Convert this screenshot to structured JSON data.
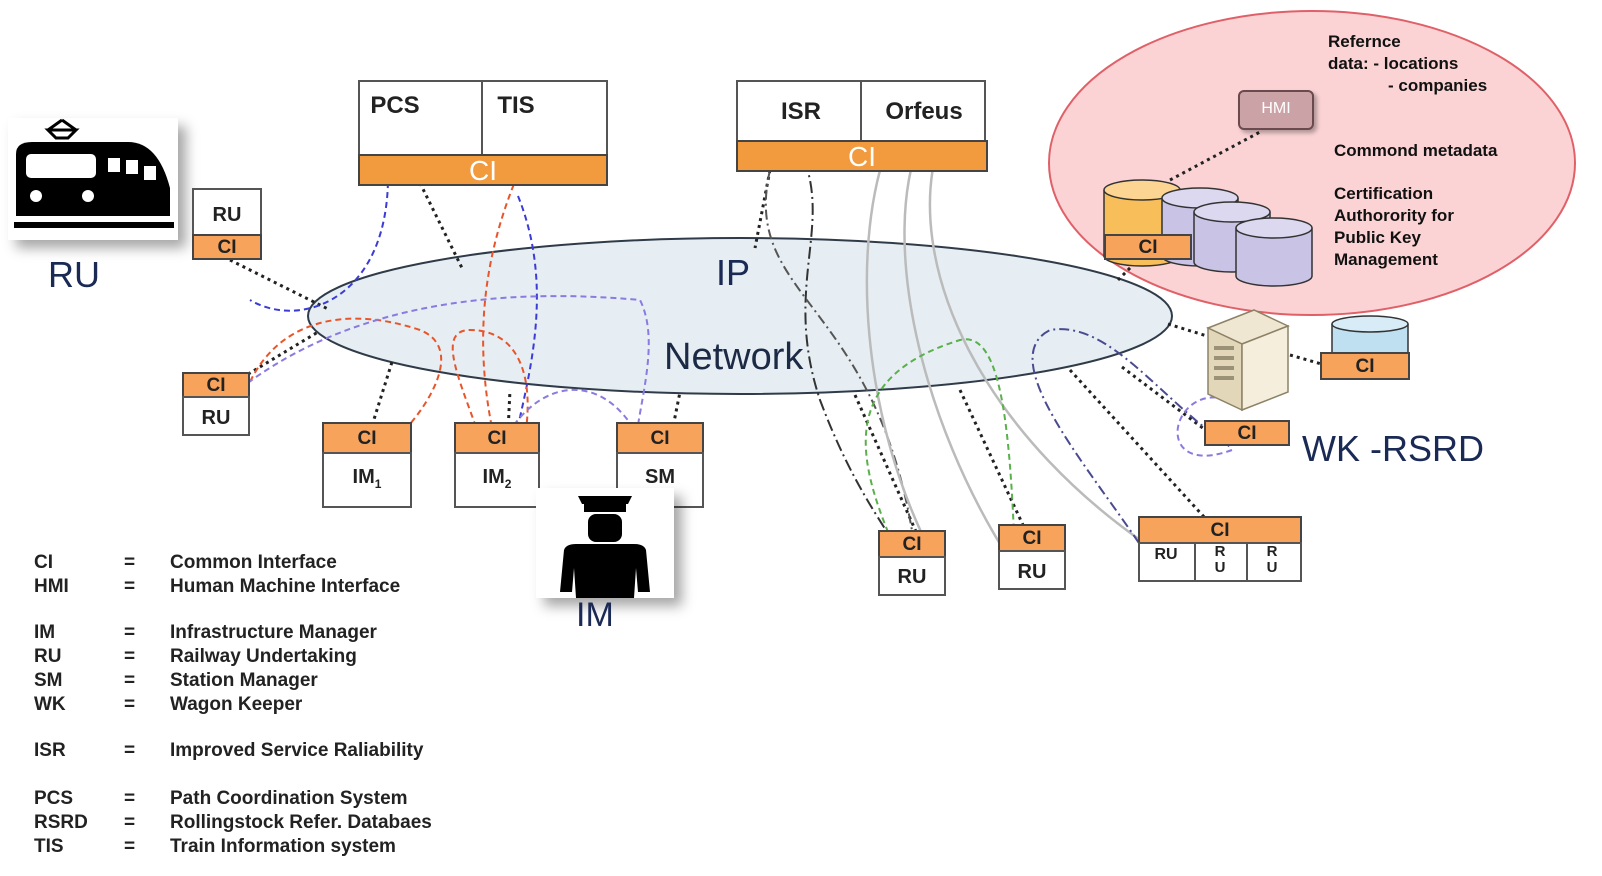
{
  "systems": {
    "pcs": "PCS",
    "tis": "TIS",
    "isr": "ISR",
    "orfeus": "Orfeus",
    "ci_label": "CI"
  },
  "network": {
    "ip": "IP",
    "network": "Network"
  },
  "nodes": {
    "ru": "RU",
    "ci": "CI",
    "im": "IM",
    "sub1": "1",
    "sub2": "2",
    "sm": "SM",
    "r": "R",
    "u": "U"
  },
  "actors": {
    "ru": "RU",
    "im": "IM",
    "wk_rsrd": "WK -RSRD"
  },
  "reference": {
    "line1": "Refernce",
    "line2": "data: - locations",
    "line3": "- companies",
    "hmi": "HMI",
    "metadata": "Commond metadata",
    "cert1": "Certification",
    "cert2": "Authorority for",
    "cert3": "Public Key",
    "cert4": "Management",
    "ci": "CI"
  },
  "legend": [
    {
      "abbr": "CI",
      "eq": "=",
      "def": "Common Interface"
    },
    {
      "abbr": "HMI",
      "eq": "=",
      "def": "Human Machine Interface"
    },
    {
      "abbr": "IM",
      "eq": "=",
      "def": "Infrastructure Manager"
    },
    {
      "abbr": "RU",
      "eq": "=",
      "def": "Railway Undertaking"
    },
    {
      "abbr": "SM",
      "eq": "=",
      "def": "Station Manager"
    },
    {
      "abbr": "WK",
      "eq": "=",
      "def": "Wagon Keeper"
    },
    {
      "abbr": "ISR",
      "eq": "=",
      "def": "Improved Service Raliability"
    },
    {
      "abbr": "PCS",
      "eq": "=",
      "def": "Path Coordination System"
    },
    {
      "abbr": "RSRD",
      "eq": "=",
      "def": "Rollingstock Refer. Databaes"
    },
    {
      "abbr": "TIS",
      "eq": "=",
      "def": "Train Information system"
    }
  ],
  "colors": {
    "ci_orange": "#f7a35c",
    "network_fill": "#e6eef3",
    "ref_circle": "#fbd3d5",
    "ref_border": "#e06068",
    "cyl_orange": "#f8be5a",
    "cyl_purple": "#c9c4e6",
    "cyl_blue": "#bfe0f0"
  }
}
